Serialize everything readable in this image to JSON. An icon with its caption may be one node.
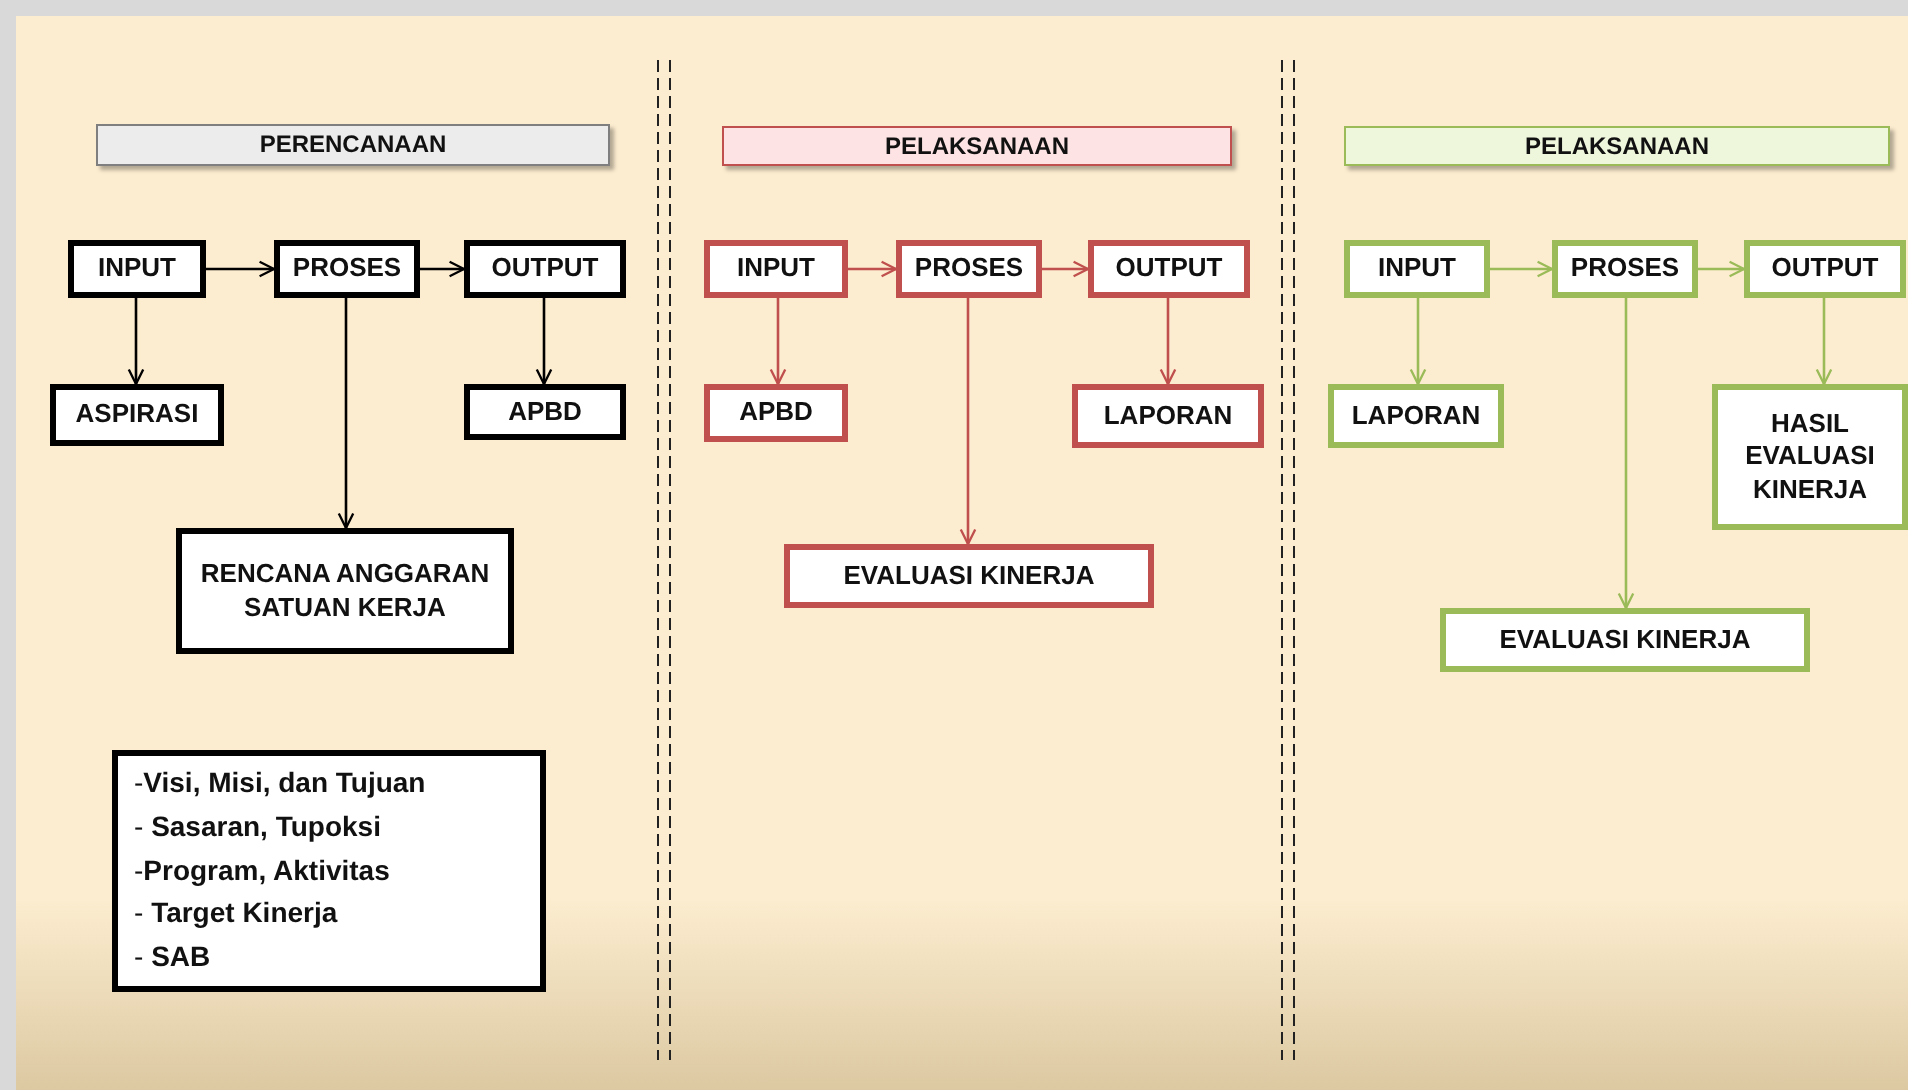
{
  "diagram": {
    "nodes": [
      {
        "text": [
          "PERENCANAAN"
        ]
      },
      {
        "text": [
          "INPUT"
        ]
      },
      {
        "text": [
          "PROSES"
        ]
      },
      {
        "text": [
          "OUTPUT"
        ]
      },
      {
        "text": [
          "ASPIRASI"
        ]
      },
      {
        "text": [
          "APBD"
        ]
      },
      {
        "text": [
          "RENCANA ANGGARAN SATUAN KERJA"
        ]
      },
      {
        "text": [
          "-**Visi, Misi, dan Tujuan**",
          "- **Sasaran, Tupoksi**",
          "-**Program, Aktivitas**",
          "- **Target Kinerja**",
          "- **SAB**"
        ]
      },
      {
        "text": [
          "PELAKSANAAN"
        ]
      },
      {
        "text": [
          "INPUT"
        ]
      },
      {
        "text": [
          "PROSES"
        ]
      },
      {
        "text": [
          "OUTPUT"
        ]
      },
      {
        "text": [
          "APBD"
        ]
      },
      {
        "text": [
          "LAPORAN"
        ]
      },
      {
        "text": [
          "EVALUASI KINERJA"
        ]
      },
      {
        "text": [
          "PELAKSANAAN"
        ]
      },
      {
        "text": [
          "INPUT"
        ]
      },
      {
        "text": [
          "PROSES"
        ]
      },
      {
        "text": [
          "OUTPUT"
        ]
      },
      {
        "text": [
          "LAPORAN"
        ]
      },
      {
        "text": [
          "HASIL EVALUASI KINERJA"
        ]
      },
      {
        "text": [
          "EVALUASI KINERJA"
        ]
      }
    ],
    "edges": [
      {
        "from": 1,
        "to": 2,
        "arrow": "to"
      },
      {
        "from": 2,
        "to": 3,
        "arrow": "to"
      },
      {
        "from": 1,
        "to": 4,
        "arrow": "to"
      },
      {
        "from": 2,
        "to": 6,
        "arrow": "to"
      },
      {
        "from": 3,
        "to": 5,
        "arrow": "to"
      },
      {
        "from": 9,
        "to": 10,
        "arrow": "to",
        "color": "#c0504d"
      },
      {
        "from": 10,
        "to": 11,
        "arrow": "to",
        "color": "#c0504d"
      },
      {
        "from": 9,
        "to": 12,
        "arrow": "to",
        "color": "#c0504d"
      },
      {
        "from": 10,
        "to": 14,
        "arrow": "to",
        "color": "#c0504d"
      },
      {
        "from": 11,
        "to": 13,
        "arrow": "to",
        "color": "#c0504d"
      },
      {
        "from": 16,
        "to": 17,
        "arrow": "to",
        "color": "#9bbb59"
      },
      {
        "from": 17,
        "to": 18,
        "arrow": "to",
        "color": "#9bbb59"
      },
      {
        "from": 16,
        "to": 19,
        "arrow": "to",
        "color": "#9bbb59"
      },
      {
        "from": 17,
        "to": 21,
        "arrow": "to",
        "color": "#9bbb59"
      },
      {
        "from": 18,
        "to": 20,
        "arrow": "to",
        "color": "#9bbb59"
      }
    ]
  }
}
